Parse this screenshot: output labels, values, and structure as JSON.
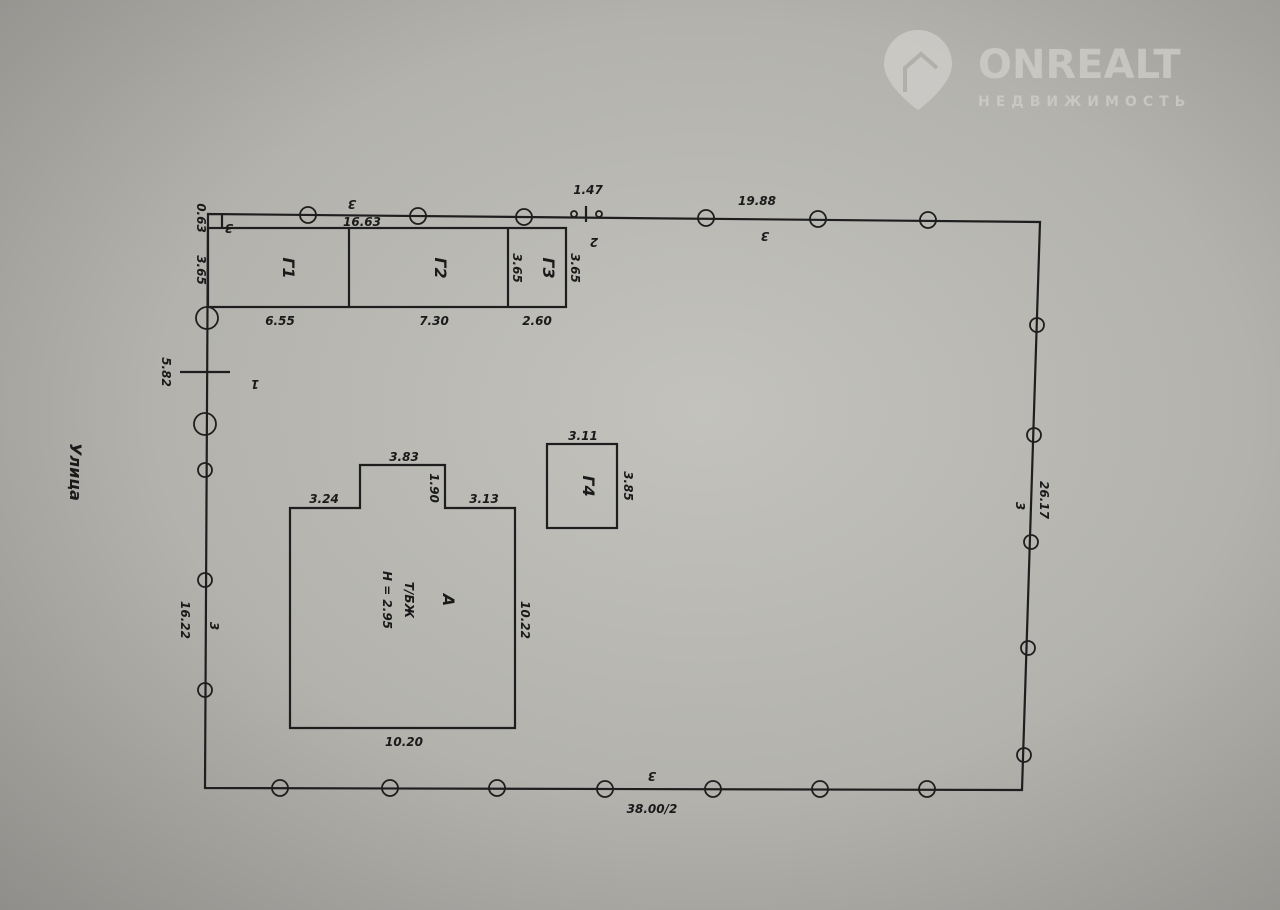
{
  "watermark": {
    "brand": "ONREALT",
    "subtitle": "НЕДВИЖИМОСТЬ"
  },
  "plan": {
    "street": "Улица",
    "outbuildings": {
      "g1": {
        "name": "Г1",
        "length": "6.55",
        "width": "3.65"
      },
      "g2": {
        "name": "Г2",
        "length": "7.30",
        "width": "3.65"
      },
      "g3": {
        "name": "Г3",
        "length": "2.60",
        "width": "3.65"
      },
      "g4": {
        "name": "Г4",
        "length": "3.11",
        "width": "3.85"
      },
      "strip_width": "0.63",
      "strip_length": "16.63",
      "strip_fence_type": "3",
      "strip_fence_type_top": "3"
    },
    "house": {
      "letter": "А",
      "material": "Т/БЖ",
      "height": "Н = 2.95",
      "dims": {
        "top_left": "3.24",
        "porch_top": "3.83",
        "porch_depth": "1.90",
        "top_right": "3.13",
        "right": "10.22",
        "bottom": "10.20"
      }
    },
    "boundary": {
      "top_length": "19.88",
      "top_type": "3",
      "gate_width": "1.47",
      "gate_label": "2",
      "right_length": "26.17",
      "right_type": "3",
      "bottom_length": "38.00/2",
      "bottom_type": "3",
      "left_length": "16.22",
      "left_type": "3",
      "entrance_width": "5.82",
      "entrance_label": "1"
    }
  }
}
